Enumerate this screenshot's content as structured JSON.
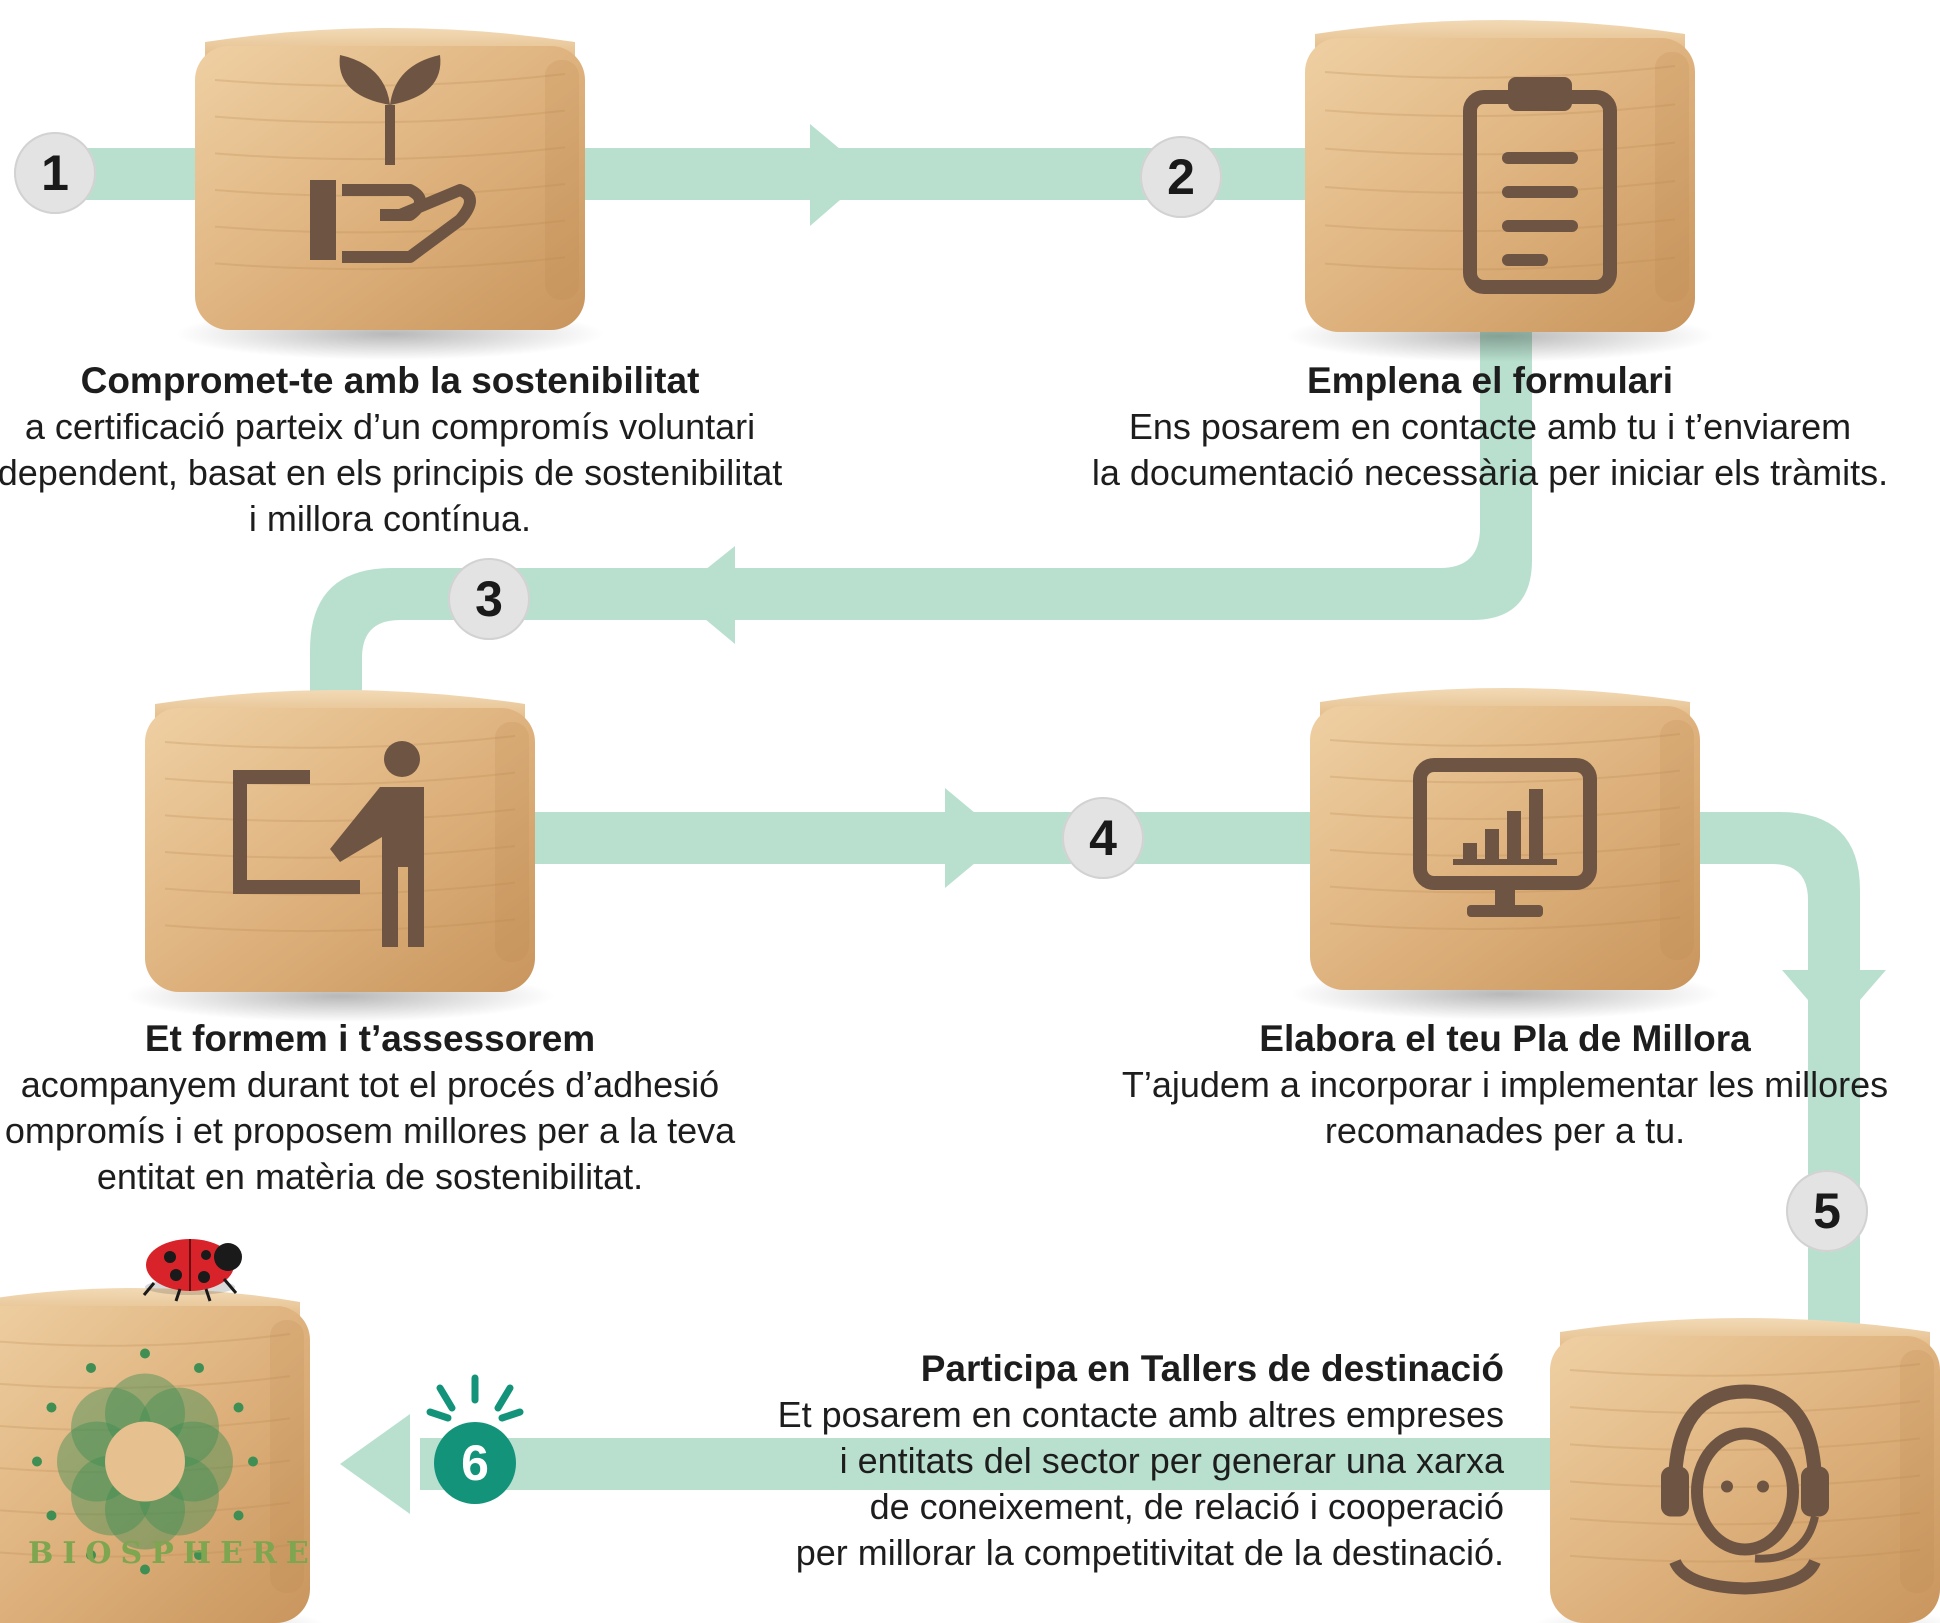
{
  "colors": {
    "connector": "#b9e0cf",
    "cube_light": "#e9c698",
    "cube_mid": "#d9a873",
    "cube_dark": "#b98650",
    "icon": "#6e5443",
    "badge": "#e3e3e3",
    "badge_final": "#13937a",
    "logo_green": "#3f8f54"
  },
  "steps": [
    {
      "number": "1",
      "icon": "plant-in-hand-icon",
      "title": "Compromet-te amb la sostenibilitat",
      "lines": [
        "a certificació parteix d’un compromís voluntari",
        "dependent, basat en els principis de sostenibilitat",
        "i millora contínua."
      ]
    },
    {
      "number": "2",
      "icon": "clipboard-icon",
      "title": "Emplena el formulari",
      "lines": [
        "Ens posarem en contacte amb tu i t’enviarem",
        "la documentació necessària per iniciar els tràmits."
      ]
    },
    {
      "number": "3",
      "icon": "teacher-board-icon",
      "title": "Et formem i t’assessorem",
      "lines": [
        "acompanyem durant tot el procés d’adhesió",
        "ompromís i et proposem millores per a la teva",
        "entitat en matèria de sostenibilitat."
      ]
    },
    {
      "number": "4",
      "icon": "monitor-chart-icon",
      "title": "Elabora el teu Pla de Millora",
      "lines": [
        "T’ajudem a incorporar i implementar les millores",
        "recomanades per a tu."
      ]
    },
    {
      "number": "5",
      "icon": "headset-operator-icon",
      "title": "Participa en Tallers de destinació",
      "lines": [
        "Et posarem en contacte amb altres empreses",
        "i entitats del sector per generar una xarxa",
        "de coneixement, de relació i cooperació",
        "per millorar la competitivitat de la destinació."
      ]
    },
    {
      "number": "6",
      "icon": "biosphere-logo-icon",
      "logo_text": "BIOSPHERE"
    }
  ]
}
